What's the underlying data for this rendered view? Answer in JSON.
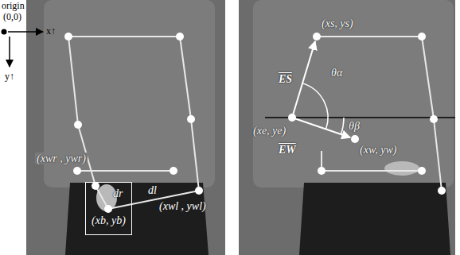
{
  "diagram": {
    "nodes": [
      {
        "text": [
          "(xb, yb)"
        ]
      }
    ],
    "labels": [
      "origin",
      "(0,0)",
      "x↑",
      "y↑",
      "(xwr , ywr)",
      "dr",
      "dl",
      "(xwl , ywl)",
      "(xs, ys)",
      "ES",
      "θα",
      "(xe, ye)",
      "θβ",
      "EW",
      "(xw, yw)"
    ]
  }
}
